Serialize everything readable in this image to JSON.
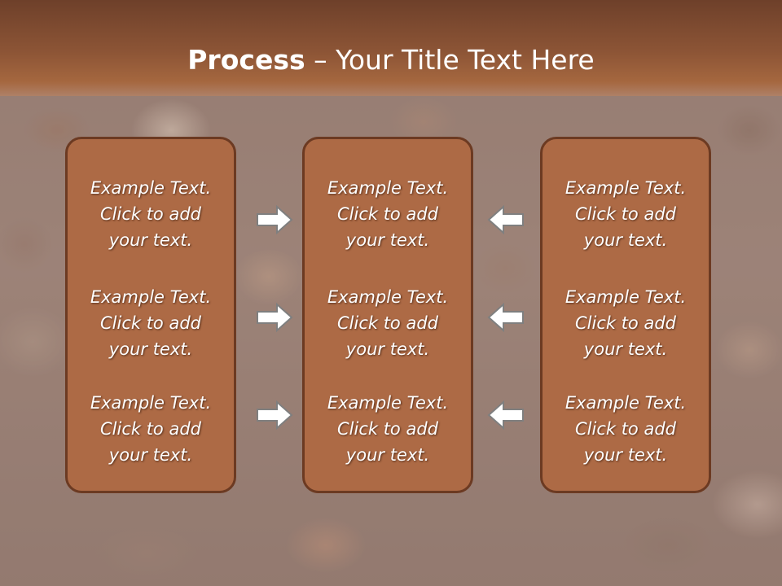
{
  "title": {
    "bold": "Process",
    "rest": " – Your Title Text Here"
  },
  "columns": [
    {
      "blocks": [
        {
          "line1": "Example Text.",
          "line2": "Click  to add",
          "line3": "your text."
        },
        {
          "line1": "Example Text.",
          "line2": "Click  to add",
          "line3": "your text."
        },
        {
          "line1": "Example Text.",
          "line2": "Click  to add",
          "line3": "your text."
        }
      ]
    },
    {
      "blocks": [
        {
          "line1": "Example Text.",
          "line2": "Click  to add",
          "line3": "your text."
        },
        {
          "line1": "Example Text.",
          "line2": "Click  to add",
          "line3": "your text."
        },
        {
          "line1": "Example Text.",
          "line2": "Click  to add",
          "line3": "your text."
        }
      ]
    },
    {
      "blocks": [
        {
          "line1": "Example Text.",
          "line2": "Click  to add",
          "line3": "your text."
        },
        {
          "line1": "Example Text.",
          "line2": "Click  to add",
          "line3": "your text."
        },
        {
          "line1": "Example Text.",
          "line2": "Click  to add",
          "line3": "your text."
        }
      ]
    }
  ],
  "arrows": {
    "left_column": "right-arrow-icon",
    "right_column": "left-arrow-icon"
  },
  "colors": {
    "header": "#8d5536",
    "panel_fill": "#ad6a45",
    "panel_border": "#6c3a22",
    "text": "#ffffff",
    "arrow_fill": "#ffffff",
    "arrow_stroke": "#7f7f7f"
  }
}
